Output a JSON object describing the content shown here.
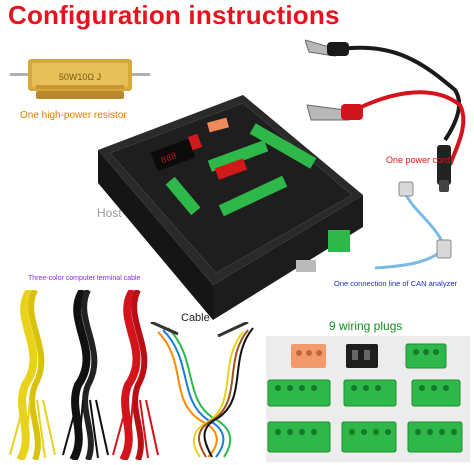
{
  "title": "Configuration instructions",
  "labels": {
    "resistor": "One high-power resistor",
    "power_cord": "One power cord",
    "host": "Host",
    "terminal_cable": "Three-color computer terminal cable",
    "can_line": "One connection line of CAN analyzer",
    "cable": "Cable",
    "plugs": "9 wiring plugs"
  },
  "product_markings": {
    "resistor_text": "50W10Ω J"
  },
  "colors": {
    "title": "#e8121c",
    "terminal_green": "#2eb84a",
    "terminal_orange": "#f08a5a",
    "host_body": "#1e1e1e"
  }
}
